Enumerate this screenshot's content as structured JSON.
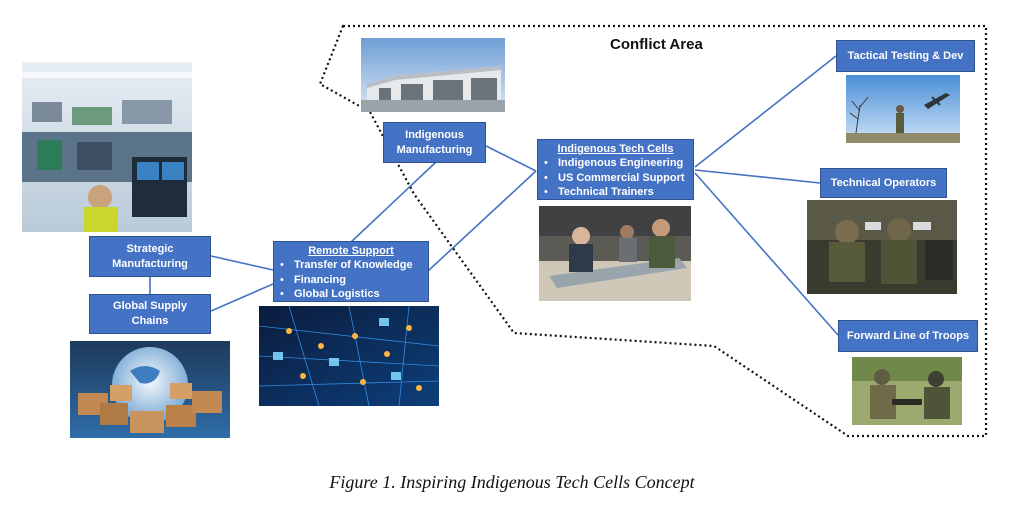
{
  "area": {
    "title": "Conflict Area"
  },
  "nodes": {
    "strategic": {
      "label_lines": [
        "Strategic",
        "Manufacturing"
      ]
    },
    "supply": {
      "label_lines": [
        "Global Supply",
        "Chains"
      ]
    },
    "remote": {
      "header": "Remote Support",
      "items": [
        "Transfer of Knowledge",
        "Financing",
        "Global Logistics"
      ]
    },
    "indig_mfg": {
      "label_lines": [
        "Indigenous",
        "Manufacturing"
      ]
    },
    "tech_cells": {
      "header": "Indigenous Tech Cells",
      "items": [
        "Indigenous Engineering",
        "US Commercial Support",
        "Technical Trainers"
      ]
    },
    "tactical": {
      "label": "Tactical Testing & Dev"
    },
    "operators": {
      "label": "Technical Operators"
    },
    "forward": {
      "label": "Forward Line of Troops"
    }
  },
  "caption": "Figure 1. Inspiring Indigenous Tech Cells Concept",
  "colors": {
    "box_fill": "#4472c4",
    "box_border": "#2f528f",
    "connector": "#4472c4",
    "area_border": "#111111"
  },
  "images": [
    "factory-photo",
    "warehouse-photo",
    "workshop-photo",
    "globe-boxes-photo",
    "network-photo",
    "drone-test-photo",
    "operators-photo",
    "troops-photo"
  ]
}
